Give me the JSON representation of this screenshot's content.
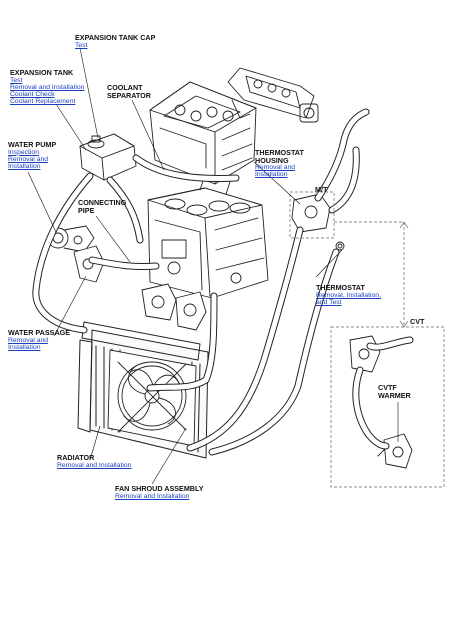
{
  "callouts": {
    "expansion_tank_cap": {
      "title": "EXPANSION TANK CAP",
      "links": [
        "Test"
      ]
    },
    "expansion_tank": {
      "title": "EXPANSION TANK",
      "links": [
        "Test",
        "Removal and Installation",
        "Coolant Check",
        "Coolant Replacement"
      ]
    },
    "coolant_separator": {
      "title_lines": [
        "COOLANT",
        "SEPARATOR"
      ]
    },
    "water_pump": {
      "title": "WATER PUMP",
      "links": [
        "Inspection",
        "Removal and",
        "Installation"
      ]
    },
    "connecting_pipe": {
      "title_lines": [
        "CONNECTING",
        "PIPE"
      ]
    },
    "thermostat_housing": {
      "title_lines": [
        "THERMOSTAT",
        "HOUSING"
      ],
      "links": [
        "Removal and",
        "Installation"
      ]
    },
    "mt": {
      "title": "M/T"
    },
    "thermostat": {
      "title": "THERMOSTAT",
      "links": [
        "Removal, Installation,",
        "and Test"
      ]
    },
    "cvt": {
      "title": "CVT"
    },
    "cvtf_warmer": {
      "title_lines": [
        "CVTF",
        "WARMER"
      ]
    },
    "water_passage": {
      "title": "WATER PASSAGE",
      "links": [
        "Removal and",
        "Installation"
      ]
    },
    "radiator": {
      "title": "RADIATOR",
      "links": [
        "Removal and Installation"
      ]
    },
    "fan_shroud": {
      "title": "FAN SHROUD ASSEMBLY",
      "links": [
        "Removal and Installation"
      ]
    }
  }
}
